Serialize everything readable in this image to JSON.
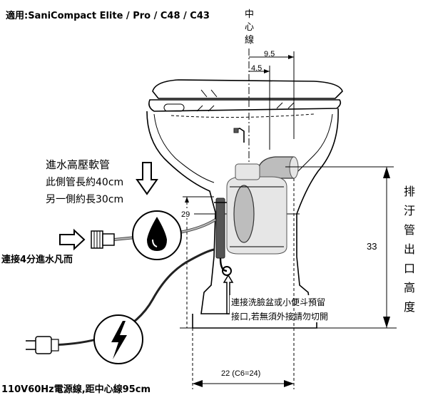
{
  "title": "適用:SaniCompact Elite / Pro / C48 / C43",
  "centerline_label": [
    "中",
    "心",
    "線"
  ],
  "dimensions": {
    "d_9_5": "9.5",
    "d_4_5": "4.5",
    "d_29": "29",
    "d_33": "33",
    "d_22": "22 (C6=24)"
  },
  "outlet_height_label": [
    "排",
    "汙",
    "管",
    "出",
    "口",
    "高",
    "度"
  ],
  "inlet_hose": {
    "line1": "進水高壓軟管",
    "line2": "此側管長約40cm",
    "line3": "另一側約長30cm"
  },
  "inlet_connection": "連接4分進水凡而",
  "sink_connection": {
    "line1": "連接洗臉盆或小便斗預留",
    "line2": "接口,若無須外接請勿切開"
  },
  "power_cord": "110V60Hz電源線,距中心線95cm"
}
